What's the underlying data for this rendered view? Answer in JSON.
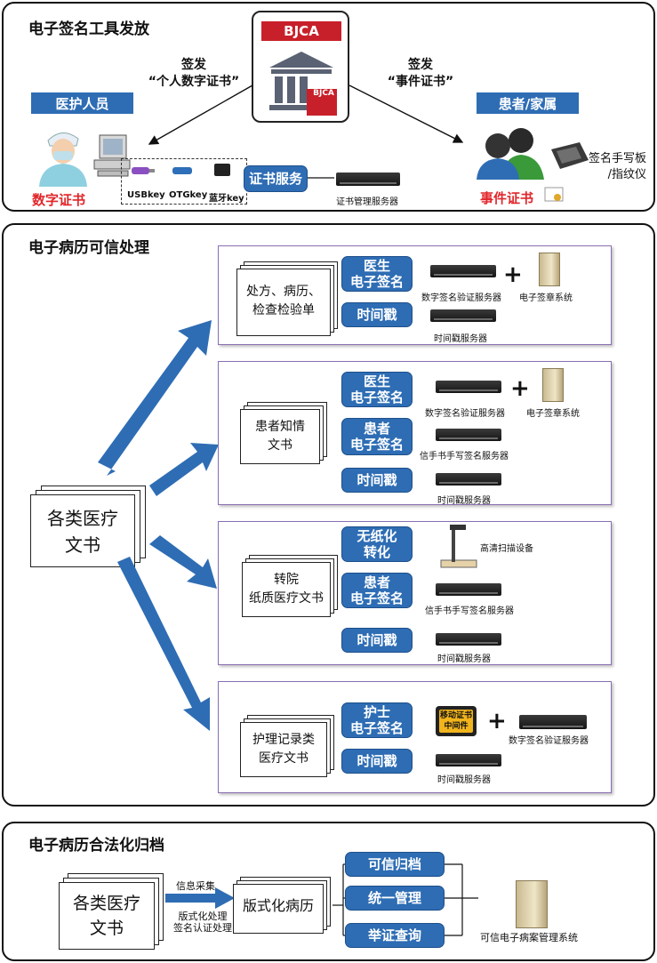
{
  "section1": {
    "title": "电子签名工具发放",
    "bjca_banner": "BJCA",
    "bjca_badge": "BJCA",
    "issue_left_line1": "签发",
    "issue_left_line2": "“个人数字证书”",
    "issue_right_line1": "签发",
    "issue_right_line2": "“事件证书”",
    "medical_staff": "医护人员",
    "patient": "患者/家属",
    "digital_cert": "数字证书",
    "event_cert": "事件证书",
    "usbkey": "USBkey",
    "otgkey": "OTGkey",
    "btkey": "蓝牙key",
    "cert_service": "证书服务",
    "cert_server": "证书管理服务器",
    "sign_pad_line1": "签名手写板",
    "sign_pad_line2": "/指纹仪"
  },
  "section2": {
    "title": "电子病历可信处理",
    "source_line1": "各类医疗",
    "source_line2": "文书",
    "cards": [
      {
        "doc_line1": "处方、病历、",
        "doc_line2": "检查检验单",
        "btn1_line1": "医生",
        "btn1_line2": "电子签名",
        "server1": "数字签名验证服务器",
        "sys1": "电子签章系统",
        "btn2": "时间戳",
        "server2": "时间戳服务器"
      },
      {
        "doc_line1": "患者知情",
        "doc_line2": "文书",
        "btn1_line1": "医生",
        "btn1_line2": "电子签名",
        "server1": "数字签名验证服务器",
        "sys1": "电子签章系统",
        "btn2_line1": "患者",
        "btn2_line2": "电子签名",
        "server2": "信手书手写签名服务器",
        "btn3": "时间戳",
        "server3": "时间戳服务器"
      },
      {
        "doc_line1": "转院",
        "doc_line2": "纸质医疗文书",
        "btn1_line1": "无纸化",
        "btn1_line2": "转化",
        "device1": "高清扫描设备",
        "btn2_line1": "患者",
        "btn2_line2": "电子签名",
        "server2": "信手书手写签名服务器",
        "btn3": "时间戳",
        "server3": "时间戳服务器"
      },
      {
        "doc_line1": "护理记录类",
        "doc_line2": "医疗文书",
        "btn1_line1": "护士",
        "btn1_line2": "电子签名",
        "middleware_line1": "移动证书",
        "middleware_line2": "中间件",
        "server1": "数字签名验证服务器",
        "btn2": "时间戳",
        "server2": "时间戳服务器"
      }
    ]
  },
  "section3": {
    "title": "电子病历合法化归档",
    "source_line1": "各类医疗",
    "source_line2": "文书",
    "arrow_top": "信息采集",
    "arrow_bottom_line1": "版式化处理",
    "arrow_bottom_line2": "签名认证处理",
    "formatted": "版式化病历",
    "btn1": "可信归档",
    "btn2": "统一管理",
    "btn3": "举证查询",
    "system": "可信电子病案管理系统"
  },
  "colors": {
    "accent": "#2e6db4",
    "red": "#e0262a",
    "bjca": "#c8202a",
    "card_border": "#8a6fb3"
  }
}
